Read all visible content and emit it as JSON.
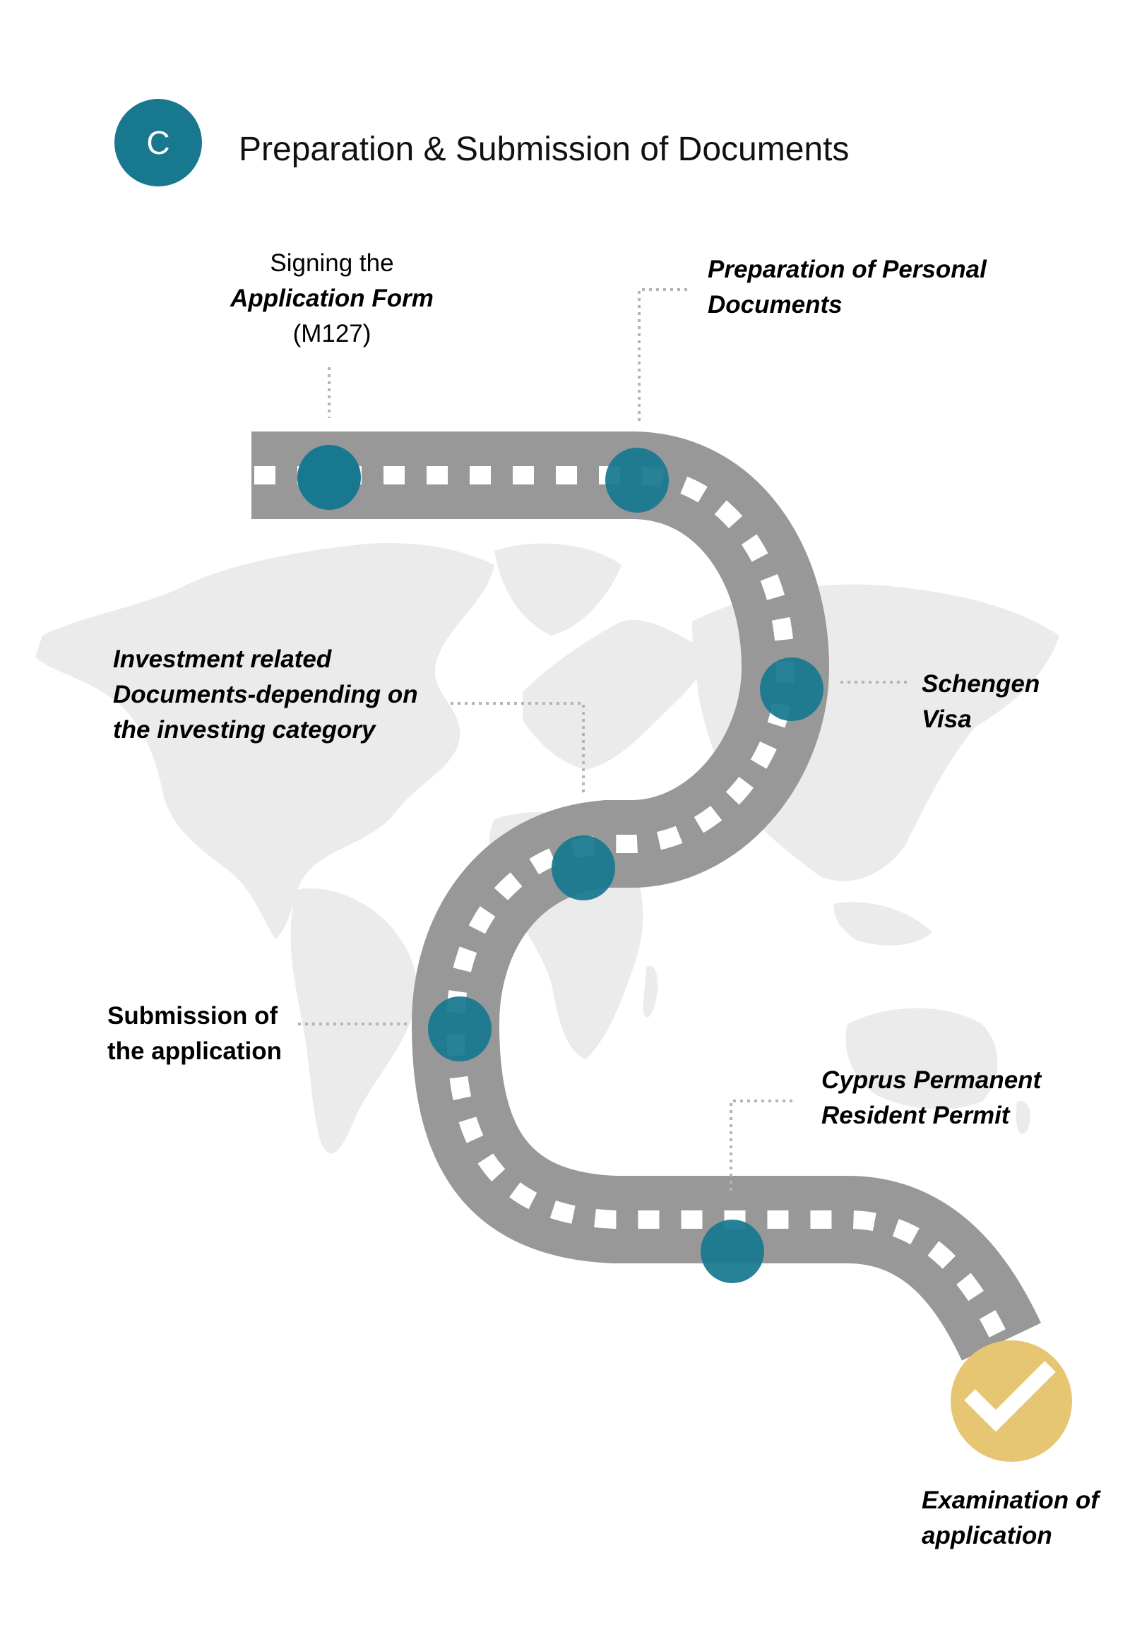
{
  "header": {
    "badge_letter": "C",
    "title": "Preparation & Submission of Documents"
  },
  "colors": {
    "accent_teal": "#17788f",
    "road_gray": "#989898",
    "dash_white": "#ffffff",
    "map_gray": "#ebebeb",
    "connector_gray": "#b4b4b4",
    "final_gold": "#e6c673"
  },
  "steps": [
    {
      "id": "signing",
      "lines": [
        "Signing the",
        "Application Form",
        "(M127)"
      ],
      "marker": "teal-dot"
    },
    {
      "id": "personal-docs",
      "lines": [
        "Preparation of Personal",
        "Documents"
      ],
      "marker": "teal-dot"
    },
    {
      "id": "schengen",
      "lines": [
        "Schengen",
        "Visa"
      ],
      "marker": "teal-dot"
    },
    {
      "id": "investment",
      "lines": [
        "Investment related",
        "Documents-depending on",
        "the investing category"
      ],
      "marker": "teal-dot"
    },
    {
      "id": "submission",
      "lines": [
        "Submission of",
        "the application"
      ],
      "marker": "teal-dot"
    },
    {
      "id": "permit",
      "lines": [
        "Cyprus Permanent",
        "Resident Permit"
      ],
      "marker": "teal-dot"
    },
    {
      "id": "examination",
      "lines": [
        "Examination of",
        "application"
      ],
      "marker": "check-icon"
    }
  ]
}
